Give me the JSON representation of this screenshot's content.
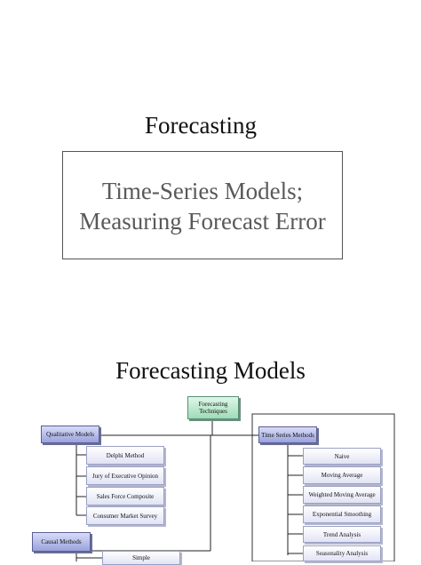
{
  "slide1": {
    "title": "Forecasting",
    "subtitle_line1": "Time-Series Models;",
    "subtitle_line2": "Measuring Forecast Error"
  },
  "slide2": {
    "title": "Forecasting Models",
    "root": "Forecasting Techniques",
    "qualitative": {
      "label": "Qualitative Models",
      "items": [
        "Delphi Method",
        "Jury of Executive Opinion",
        "Sales Force Composite",
        "Consumer Market Survey"
      ]
    },
    "causal": {
      "label": "Causal Methods",
      "items": [
        "Simple"
      ]
    },
    "time_series": {
      "label": "Time Series Methods",
      "items": [
        "Naive",
        "Moving Average",
        "Weighted Moving Average",
        "Exponential Smoothing",
        "Trend Analysis",
        "Seasonality Analysis"
      ]
    }
  }
}
